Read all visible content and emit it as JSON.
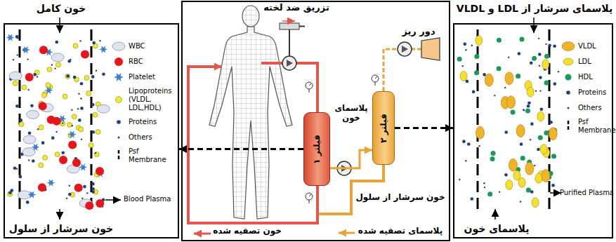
{
  "diagram": {
    "nodes": [
      {
        "text": [
          "خون کامل",
          "خون سرشار از سلول"
        ]
      },
      {
        "text": [
          "فیلتر ۱"
        ]
      },
      {
        "text": [
          "فیلتر ۲"
        ]
      },
      {
        "text": [
          "پلاسمای سرشار از LDL و VLDL",
          "پلاسمای خون"
        ]
      }
    ],
    "edges": [
      {
        "from": 1,
        "to": 0,
        "arrow": "to"
      },
      {
        "from": 1,
        "to": 2,
        "arrow": "to"
      },
      {
        "from": 2,
        "to": 3,
        "arrow": "to"
      }
    ],
    "labels": [
      "تزریق ضد لخته",
      "دور ریز",
      "پلاسمای خون",
      "خون سرشار از سلول",
      "خون تصفیه شده",
      "پلاسمای تصفیه شده",
      "Blood Plasma",
      "Purified Plasma"
    ],
    "legend": [
      {
        "text": "WBC",
        "color": "#dfe4ee"
      },
      {
        "text": "RBC",
        "color": "#e8141c"
      },
      {
        "text": "Platelet",
        "color": "#3a7fd0"
      },
      {
        "text": "Lipoproteins (VLDL, LDL,HDL)",
        "color": "#f2ea2e"
      },
      {
        "text": "Proteins",
        "color": "#1f3f7a"
      },
      {
        "text": "Others",
        "color": "#2f3f6a"
      },
      {
        "text": "Psf Membrane"
      },
      {
        "text": "VLDL",
        "color": "#f0b429"
      },
      {
        "text": "LDL",
        "color": "#f5e02c"
      },
      {
        "text": "HDL",
        "color": "#1a9a5a"
      },
      {
        "text": "Proteins",
        "color": "#1f3f7a"
      },
      {
        "text": "Others",
        "color": "#2f3f6a"
      },
      {
        "text": "Psf Membrane"
      }
    ]
  }
}
